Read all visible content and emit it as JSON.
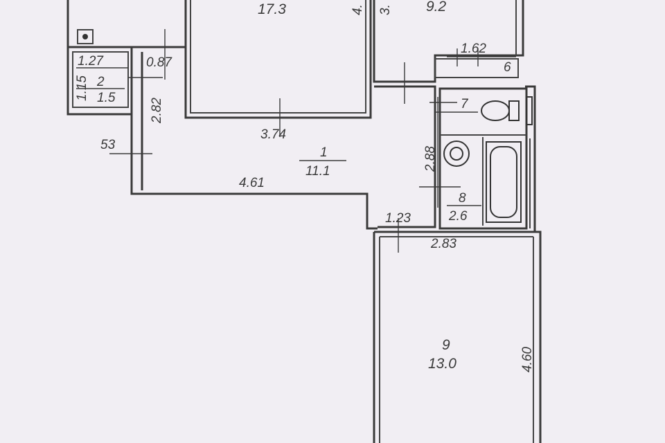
{
  "rooms": [
    {
      "number": "1",
      "area": "11.1"
    },
    {
      "number": "2",
      "area": "1.5"
    },
    {
      "number": "6",
      "area": ""
    },
    {
      "number": "7",
      "area": ""
    },
    {
      "number": "8",
      "area": "2.6"
    },
    {
      "number": "9",
      "area": "13.0"
    }
  ],
  "partial_labels": {
    "room_top_left_area": "17.3",
    "room_top_right_area": "9.2",
    "cut_dim_a": "4.",
    "cut_dim_b": "3.",
    "cut_dim_c": "53"
  },
  "dimensions": {
    "d_1_27": "1.27",
    "d_0_87": "0.87",
    "d_1_15": "1.15",
    "d_2_82": "2.82",
    "d_3_74": "3.74",
    "d_4_61": "4.61",
    "d_1_62": "1.62",
    "d_2_88": "2.88",
    "d_1_23": "1.23",
    "d_2_83": "2.83",
    "d_4_60": "4.60"
  },
  "colors": {
    "paper": "#f1eef3",
    "ink": "#3a3a3a"
  }
}
